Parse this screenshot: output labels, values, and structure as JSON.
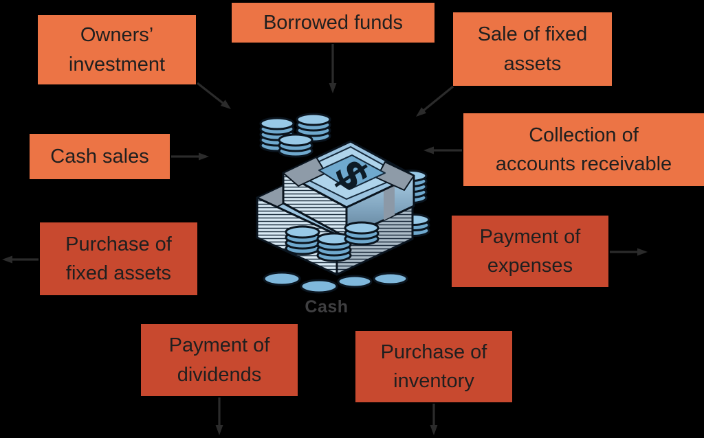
{
  "colors": {
    "background": "#000000",
    "inflow-box": "#EC7445",
    "outflow-box": "#C8492F",
    "box-text": "#1F1F1F",
    "arrow": "#2B2B2B",
    "cash-label": "#3F3F41"
  },
  "center": {
    "label": "Cash",
    "illustration": "stacks-of-dollar-bills-and-coins",
    "currency_symbol": "$"
  },
  "nodes": {
    "owners_investment": {
      "label": "Owners’\ninvestment",
      "direction": "inflow"
    },
    "borrowed_funds": {
      "label": "Borrowed funds",
      "direction": "inflow"
    },
    "sale_of_fixed_assets": {
      "label": "Sale of fixed\nassets",
      "direction": "inflow"
    },
    "collection_of_accounts_receivable": {
      "label": "Collection of\naccounts receivable",
      "direction": "inflow"
    },
    "cash_sales": {
      "label": "Cash sales",
      "direction": "inflow"
    },
    "purchase_of_fixed_assets": {
      "label": "Purchase of\nfixed assets",
      "direction": "outflow"
    },
    "payment_of_expenses": {
      "label": "Payment of\nexpenses",
      "direction": "outflow"
    },
    "payment_of_dividends": {
      "label": "Payment of\ndividends",
      "direction": "outflow"
    },
    "purchase_of_inventory": {
      "label": "Purchase of\ninventory",
      "direction": "outflow"
    }
  }
}
